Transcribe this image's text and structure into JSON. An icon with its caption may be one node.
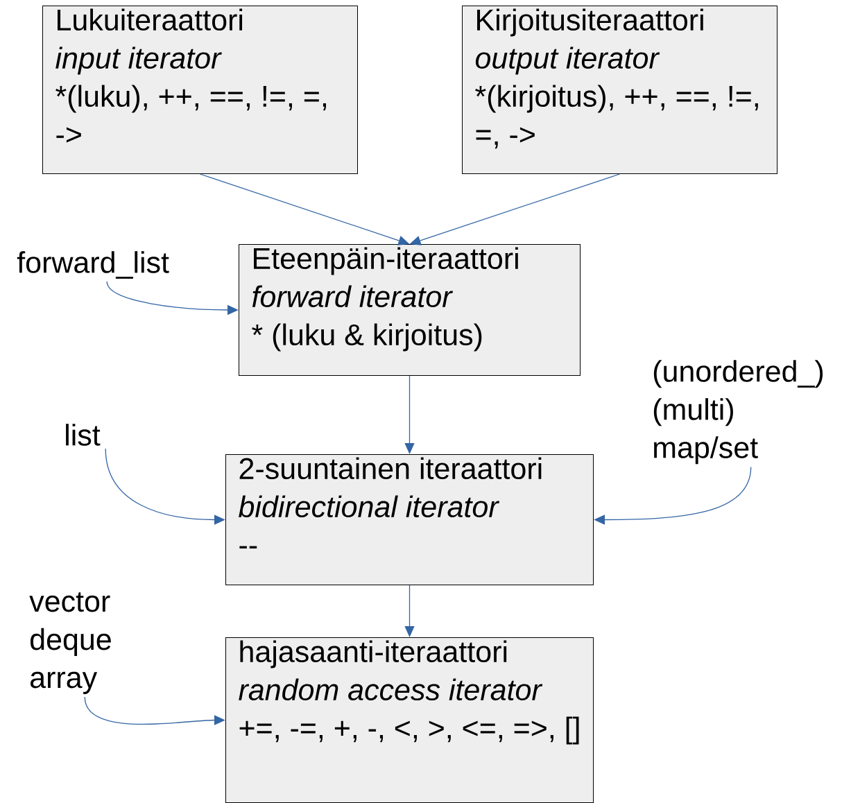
{
  "diagram": {
    "nodes": [
      {
        "text": [
          "Lukuiteraattori",
          "input iterator",
          "*(luku), ++, ==, !=, =, ->"
        ]
      },
      {
        "text": [
          "Kirjoitusiteraattori",
          "output iterator",
          "*(kirjoitus), ++, ==, !=, =, ->"
        ]
      },
      {
        "text": [
          "Eteenpäin-iteraattori",
          "forward iterator",
          "* (luku & kirjoitus)"
        ]
      },
      {
        "text": [
          "2-suuntainen iteraattori",
          "bidirectional iterator",
          "--"
        ]
      },
      {
        "text": [
          "hajasaanti-iteraattori",
          "random access iterator",
          "+=, -=, +, -, <, >, <=, =>, []"
        ]
      },
      {
        "text": [
          "forward_list"
        ]
      },
      {
        "text": [
          "list"
        ]
      },
      {
        "text": [
          "(unordered_) (multi) map/set"
        ]
      },
      {
        "text": [
          "vector deque array"
        ]
      }
    ],
    "edges": [
      {
        "from": 0,
        "to": 2,
        "arrow": "to"
      },
      {
        "from": 1,
        "to": 2,
        "arrow": "to"
      },
      {
        "from": 5,
        "to": 2,
        "arrow": "to"
      },
      {
        "from": 2,
        "to": 3,
        "arrow": "to"
      },
      {
        "from": 6,
        "to": 3,
        "arrow": "to"
      },
      {
        "from": 7,
        "to": 3,
        "arrow": "to"
      },
      {
        "from": 3,
        "to": 4,
        "arrow": "to"
      },
      {
        "from": 8,
        "to": 4,
        "arrow": "to"
      }
    ]
  }
}
